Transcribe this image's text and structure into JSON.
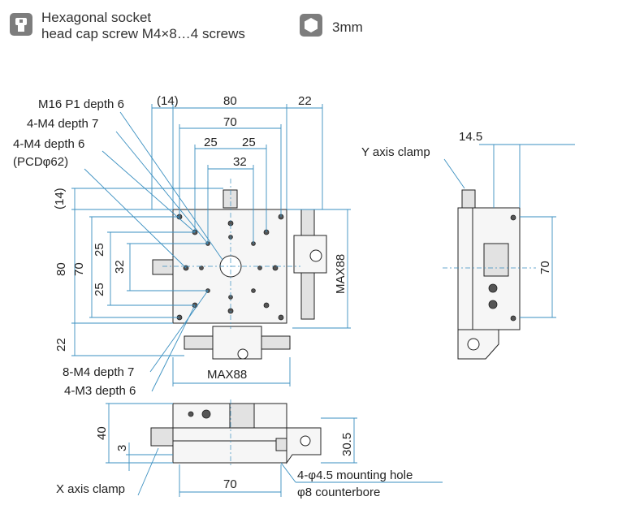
{
  "header": {
    "socket_line1": "Hexagonal socket",
    "socket_line2": "head cap screw M4×8…4 screws",
    "wrench_size": "3mm",
    "socket_icon": "socket-screw-icon",
    "hex_icon": "hex-key-icon"
  },
  "top_view": {
    "labels": {
      "m16": "M16 P1 depth 6",
      "m4_depth7": "4-M4 depth 7",
      "m4_depth6": "4-M4 depth 6",
      "pcd": "(PCDφ62)",
      "m4_8": "8-M4 depth 7",
      "m3": "4-M3 depth 6"
    },
    "dims": {
      "d14_top": "(14)",
      "d80_top": "80",
      "d22_top": "22",
      "d70_top": "70",
      "d25a": "25",
      "d25b": "25",
      "d32_top": "32",
      "d14_left": "(14)",
      "d80_left": "80",
      "d70_left": "70",
      "d25_left_a": "25",
      "d32_left": "32",
      "d25_left_b": "25",
      "d22_left": "22",
      "max88_right": "MAX88",
      "max88_bottom": "MAX88"
    }
  },
  "side_view": {
    "clamp_label": "Y axis clamp",
    "d14_5": "14.5",
    "d70": "70"
  },
  "front_view": {
    "d40": "40",
    "d3": "3",
    "d30_5": "30.5",
    "d70": "70",
    "clamp_label": "X axis clamp",
    "mount_hole": "4-φ4.5 mounting hole",
    "counterbore": "φ8 counterbore"
  },
  "colors": {
    "dimension": "#3a8fc0",
    "outline": "#222222",
    "icon": "#7d7d7d"
  }
}
